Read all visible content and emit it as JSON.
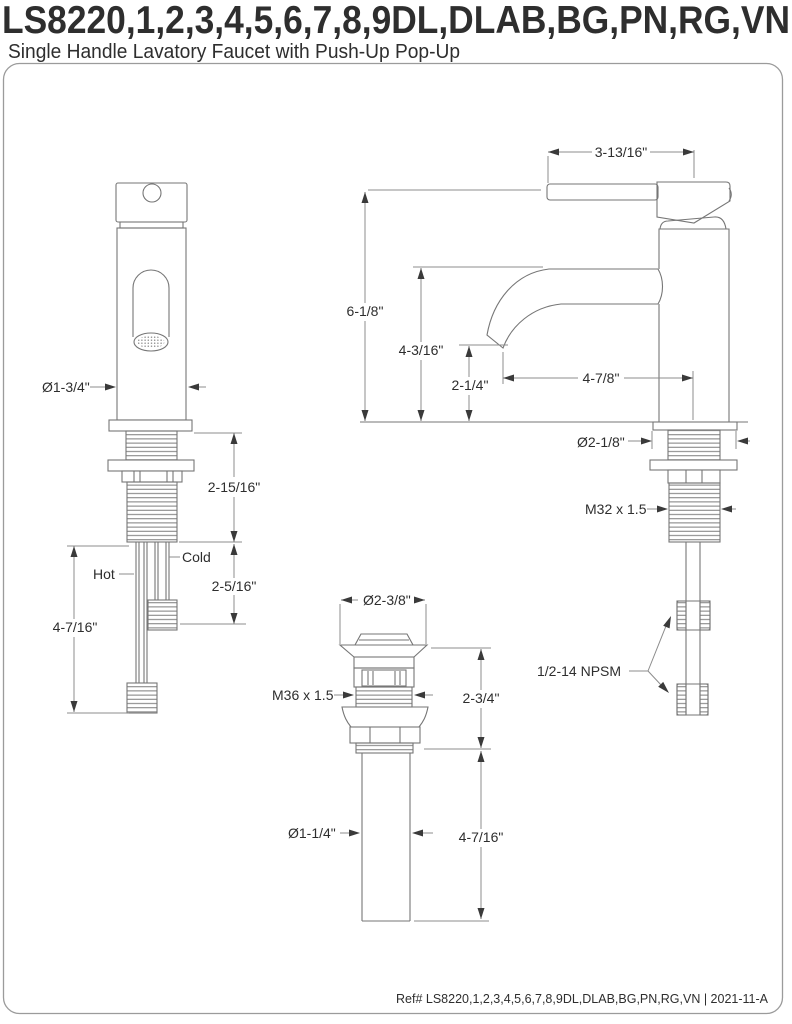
{
  "header": {
    "title": "LS8220,1,2,3,4,5,6,7,8,9DL,DLAB,BG,PN,RG,VN",
    "subtitle": "Single Handle Lavatory Faucet with Push-Up Pop-Up"
  },
  "footer": {
    "ref_text": "Ref# LS8220,1,2,3,4,5,6,7,8,9DL,DLAB,BG,PN,RG,VN | 2021-11-A"
  },
  "front_view": {
    "body_diameter": "Ø1-3/4\"",
    "shank_length": "2-15/16\"",
    "hot_label": "Hot",
    "cold_label": "Cold",
    "cold_supply_length": "2-5/16\"",
    "hot_supply_length": "4-7/16\""
  },
  "side_view": {
    "handle_length": "3-13/16\"",
    "overall_height": "6-1/8\"",
    "spout_height": "4-3/16\"",
    "aerator_clearance": "2-1/4\"",
    "spout_reach": "4-7/8\"",
    "base_diameter": "Ø2-1/8\"",
    "mount_thread": "M32 x 1.5",
    "supply_thread": "1/2-14 NPSM"
  },
  "drain_view": {
    "flange_diameter": "Ø2-3/8\"",
    "body_thread": "M36 x 1.5",
    "body_height": "2-3/4\"",
    "tailpiece_diameter": "Ø1-1/4\"",
    "tailpiece_length": "4-7/16\""
  },
  "colors": {
    "line": "#767676",
    "dimension_line": "#8c8c8c",
    "text": "#2e2e2e",
    "border": "#9b9b9b",
    "background": "#ffffff"
  }
}
